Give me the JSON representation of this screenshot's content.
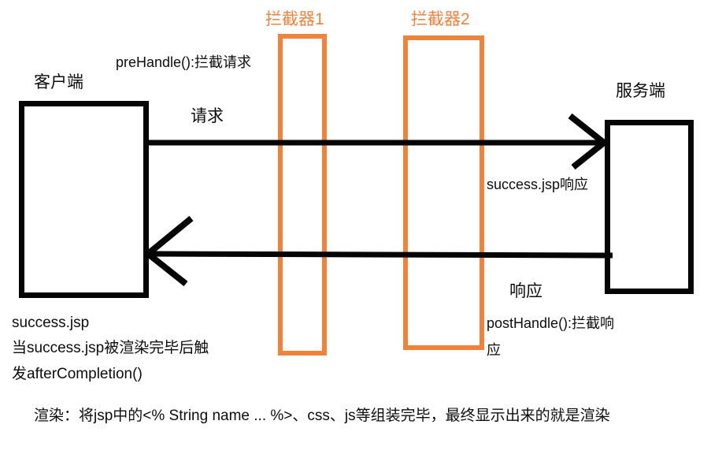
{
  "colors": {
    "accent_orange": "#f0823c",
    "line_black": "#050505",
    "background": "#ffffff"
  },
  "diagram": {
    "client_label": "客户端",
    "server_label": "服务端",
    "interceptor1_label": "拦截器1",
    "interceptor2_label": "拦截器2",
    "prehandle_text": "preHandle():拦截请求",
    "request_label": "请求",
    "success_response_text": "success.jsp响应",
    "response_label": "响应",
    "posthandle_line1": "postHandle():拦截响",
    "posthandle_line2": "应",
    "left_note_line1": "success.jsp",
    "left_note_line2": "当success.jsp被渲染完毕后触",
    "left_note_line3": "发afterCompletion()",
    "bottom_note": "渲染：将jsp中的<% String name ... %>、css、js等组装完毕，最终显示出来的就是渲染"
  }
}
